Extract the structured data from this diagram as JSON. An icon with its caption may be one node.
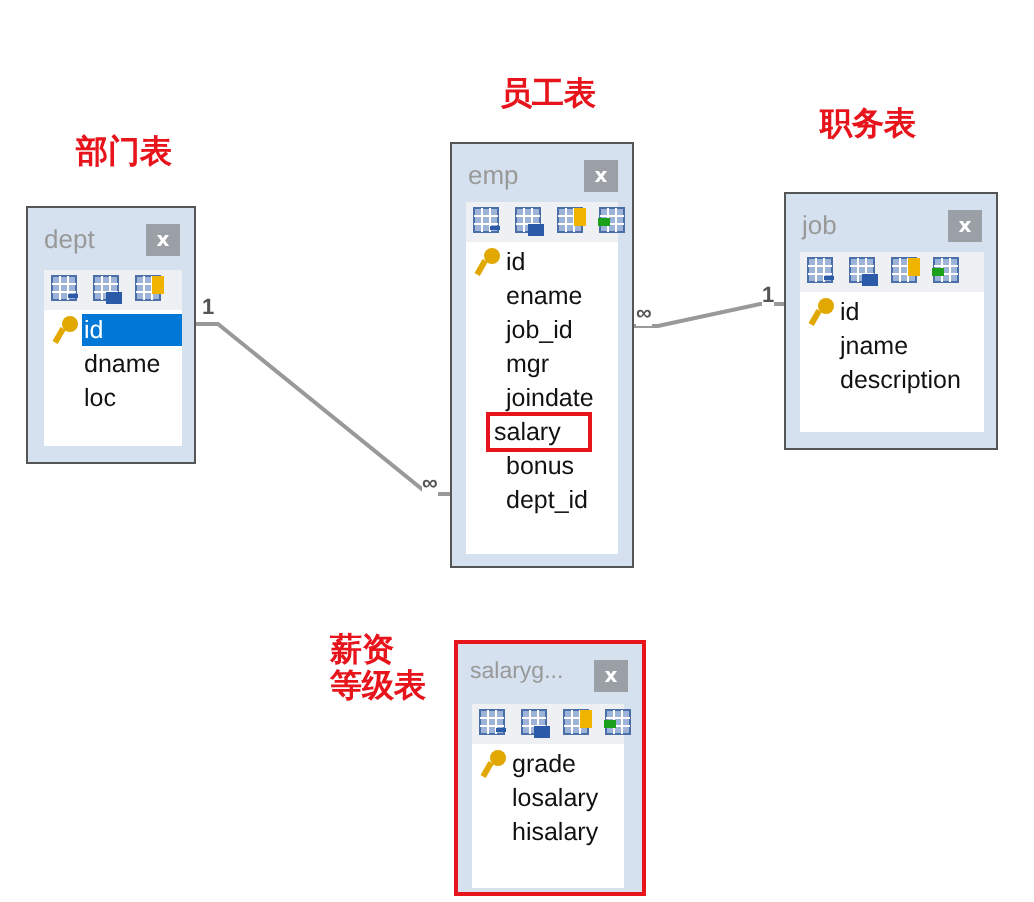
{
  "diagram": {
    "nodes": [
      {
        "text": [
          "dept",
          "x",
          "id",
          "dname",
          "loc"
        ],
        "beside": [
          "部门表"
        ]
      },
      {
        "text": [
          "emp",
          "x",
          "id",
          "ename",
          "job_id",
          "mgr",
          "joindate",
          "salary",
          "bonus",
          "dept_id"
        ],
        "beside": [
          "员工表"
        ]
      },
      {
        "text": [
          "job",
          "x",
          "id",
          "jname",
          "description"
        ],
        "beside": [
          "职务表"
        ]
      },
      {
        "text": [
          "salaryg...",
          "x",
          "grade",
          "losalary",
          "hisalary"
        ],
        "beside": [
          "薪资等级表"
        ]
      }
    ],
    "edges": [
      {
        "from": 0,
        "to": 1,
        "arrow": "none"
      },
      {
        "from": 1,
        "to": 2,
        "arrow": "none"
      }
    ],
    "labels": [
      "1",
      "∞",
      "∞",
      "1"
    ]
  }
}
